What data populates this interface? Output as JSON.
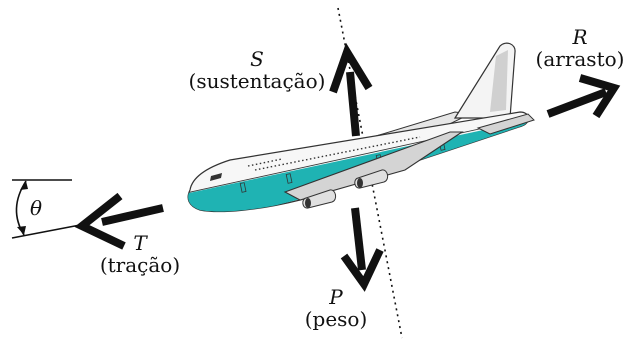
{
  "forces": {
    "lift": {
      "symbol": "S",
      "name": "(sustentação)"
    },
    "drag": {
      "symbol": "R",
      "name": "(arrasto)"
    },
    "thrust": {
      "symbol": "T",
      "name": "(tração)"
    },
    "weight": {
      "symbol": "P",
      "name": "(peso)"
    }
  },
  "angle": {
    "symbol": "θ"
  },
  "colors": {
    "arrow": "#111111",
    "fuselage": "#f7f7f7",
    "belly": "#1fb3b3",
    "outline": "#333333",
    "dotted_line": "#111111"
  }
}
